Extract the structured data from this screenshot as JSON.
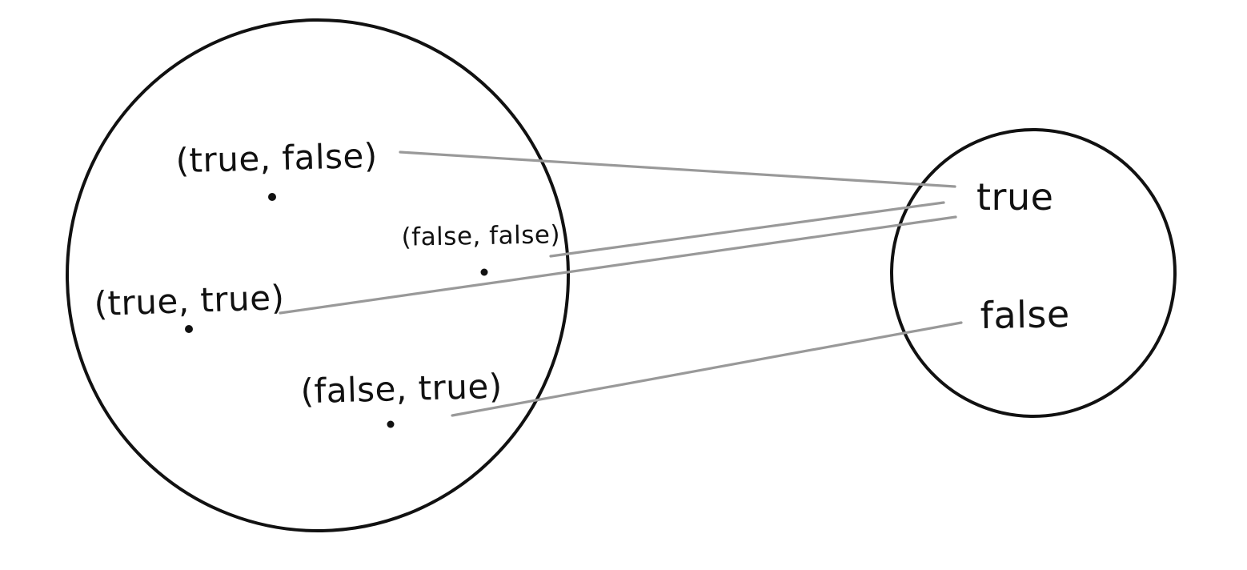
{
  "diagram": {
    "left_circle": {
      "elements": [
        {
          "label": "(true, false)"
        },
        {
          "label": "(false, false)"
        },
        {
          "label": "(true, true)"
        },
        {
          "label": "(false, true)"
        }
      ]
    },
    "right_circle": {
      "elements": [
        {
          "label": "true"
        },
        {
          "label": "false"
        }
      ]
    },
    "mappings": [
      {
        "from": "(true, false)",
        "to": "true"
      },
      {
        "from": "(false, false)",
        "to": "true"
      },
      {
        "from": "(true, true)",
        "to": "true"
      },
      {
        "from": "(false, true)",
        "to": "false"
      }
    ],
    "colors": {
      "ink": "#111111",
      "arrow": "#999999",
      "background": "#ffffff"
    }
  }
}
